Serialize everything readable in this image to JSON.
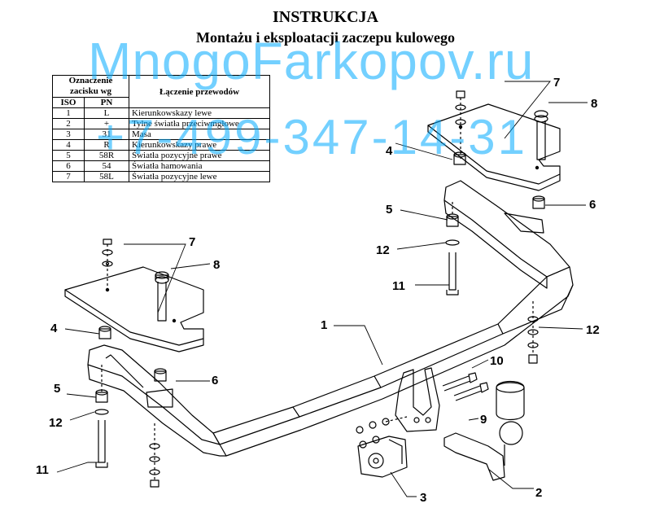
{
  "header": {
    "title": "INSTRUKCJA",
    "subtitle": "Montażu i eksploatacji zaczepu kulowego"
  },
  "watermark": {
    "site": "MnogoFarkopov.ru",
    "phone": "+7-499-347-14-31",
    "color": "#00aaff"
  },
  "wiring_table": {
    "header_group": "Oznaczenie zacisku wg",
    "col_iso": "ISO",
    "col_pn": "PN",
    "col_desc": "Łączenie przewodów",
    "rows": [
      {
        "iso": "1",
        "pn": "L",
        "desc": "Kierunkowskazy lewe"
      },
      {
        "iso": "2",
        "pn": "+",
        "desc": "Tylne światła przeciwmgłowe"
      },
      {
        "iso": "3",
        "pn": "31",
        "desc": "Masa"
      },
      {
        "iso": "4",
        "pn": "R",
        "desc": "Kierunkowskazy prawe"
      },
      {
        "iso": "5",
        "pn": "58R",
        "desc": "Światła pozycyjne prawe"
      },
      {
        "iso": "6",
        "pn": "54",
        "desc": "Światła hamowania"
      },
      {
        "iso": "7",
        "pn": "58L",
        "desc": "Światła pozycyjne lewe"
      }
    ]
  },
  "callouts": {
    "l1": "1",
    "l2": "2",
    "l3": "3",
    "l4a": "4",
    "l4b": "4",
    "l5a": "5",
    "l5b": "5",
    "l6a": "6",
    "l6b": "6",
    "l7a": "7",
    "l7b": "7",
    "l8a": "8",
    "l8b": "8",
    "l9": "9",
    "l10": "10",
    "l11a": "11",
    "l11b": "11",
    "l12a": "12",
    "l12b": "12",
    "l12c": "12"
  }
}
